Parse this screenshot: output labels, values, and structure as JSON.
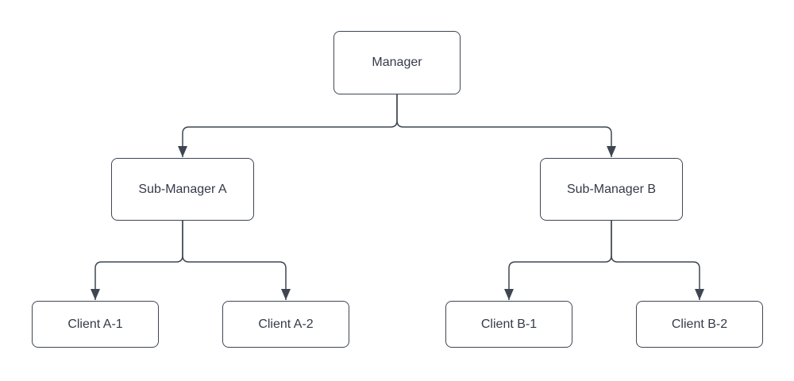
{
  "diagram": {
    "type": "org-chart",
    "background_color": "#ffffff",
    "line_color": "#3f4652",
    "node_border_color": "#3f4652",
    "node_fill_color": "#ffffff",
    "text_color": "#333b48",
    "nodes": {
      "manager": {
        "label": "Manager"
      },
      "sub_manager_a": {
        "label": "Sub-Manager A"
      },
      "sub_manager_b": {
        "label": "Sub-Manager B"
      },
      "client_a1": {
        "label": "Client A-1"
      },
      "client_a2": {
        "label": "Client A-2"
      },
      "client_b1": {
        "label": "Client B-1"
      },
      "client_b2": {
        "label": "Client B-2"
      }
    },
    "edges": [
      {
        "from": "Manager",
        "to": "Sub-Manager A",
        "arrowhead": "filled-triangle"
      },
      {
        "from": "Manager",
        "to": "Sub-Manager B",
        "arrowhead": "filled-triangle"
      },
      {
        "from": "Sub-Manager A",
        "to": "Client A-1",
        "arrowhead": "filled-triangle"
      },
      {
        "from": "Sub-Manager A",
        "to": "Client A-2",
        "arrowhead": "filled-triangle"
      },
      {
        "from": "Sub-Manager B",
        "to": "Client B-1",
        "arrowhead": "filled-triangle"
      },
      {
        "from": "Sub-Manager B",
        "to": "Client B-2",
        "arrowhead": "filled-triangle"
      }
    ]
  }
}
